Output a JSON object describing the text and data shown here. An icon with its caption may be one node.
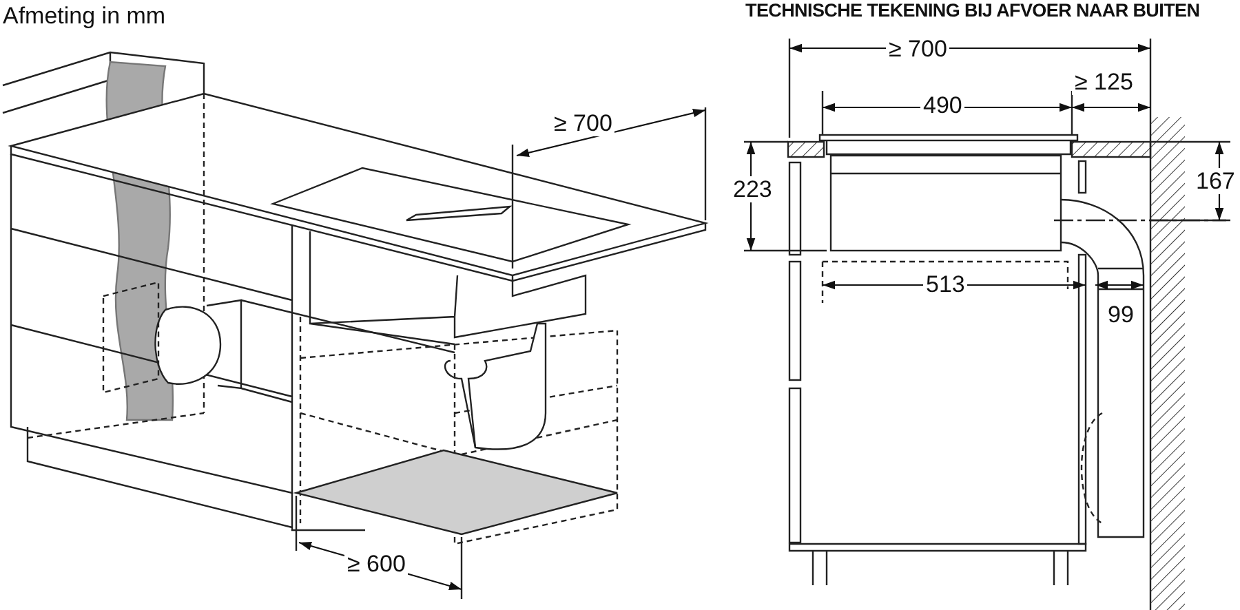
{
  "diagram": {
    "title": "TECHNISCHE TEKENING BIJ AFVOER NAAR BUITEN",
    "labels": [
      "Afmeting in mm",
      "≥ 700",
      "≥ 125",
      "490",
      "≥ 700",
      "167",
      "223",
      "513",
      "99",
      "≥ 600"
    ]
  }
}
